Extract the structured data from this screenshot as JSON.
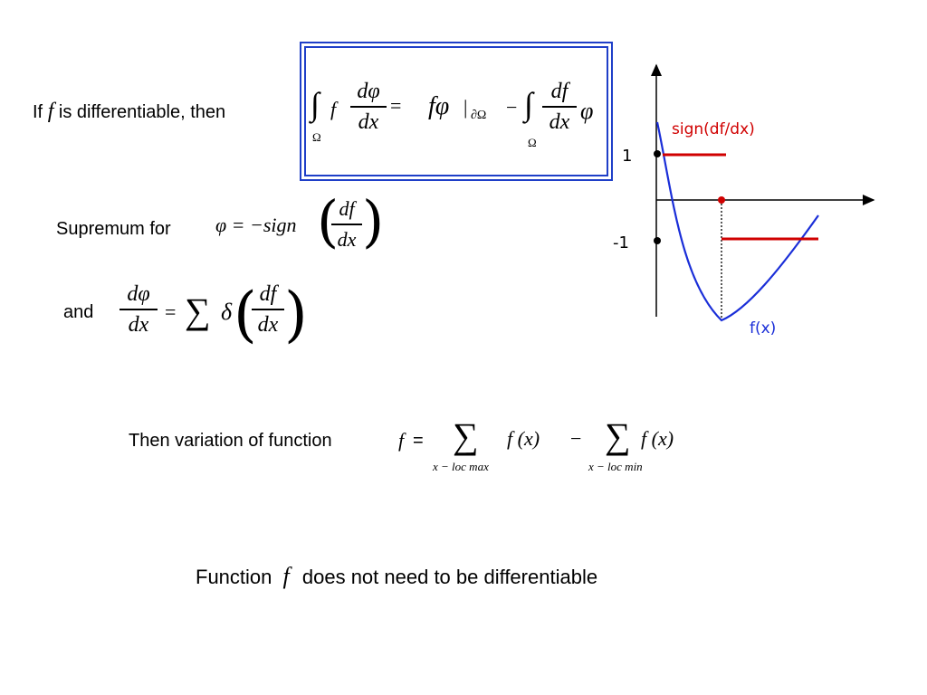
{
  "lines": {
    "if_prefix": "If",
    "if_f": "f",
    "if_suffix": "is differentiable, then",
    "supremum": "Supremum for",
    "and": "and",
    "variation": "Then variation of function",
    "variation_f": "f",
    "variation_eq": "=",
    "function_prefix": "Function",
    "function_f": "f",
    "function_suffix": "does not need to be differentiable"
  },
  "formula_box": {
    "int": "∫",
    "omega": "Ω",
    "f": "f",
    "dphi": "dφ",
    "dx": "dx",
    "eq": "=",
    "fphi": "fφ",
    "bar": "|",
    "boundary": "∂Ω",
    "minus": "−",
    "df": "df",
    "phi": "φ",
    "border_color": "#1f3fc8"
  },
  "supremum_formula": {
    "lhs": "φ = −sign",
    "df": "df",
    "dx": "dx"
  },
  "and_formula": {
    "dphi": "dφ",
    "dx": "dx",
    "eq": "=",
    "sum": "∑",
    "delta": "δ",
    "df": "df",
    "dx2": "dx"
  },
  "variation_formula": {
    "sum": "∑",
    "fx": "f (x)",
    "minus": "−",
    "sub1": "x − loc max",
    "sub2": "x − loc min"
  },
  "graph": {
    "label_sign": "sign(df/dx)",
    "label_fx": "f(x)",
    "tick_pos": "1",
    "tick_neg": "-1",
    "colors": {
      "sign": "#d00000",
      "curve": "#1a2ed8",
      "axis": "#000000"
    }
  }
}
